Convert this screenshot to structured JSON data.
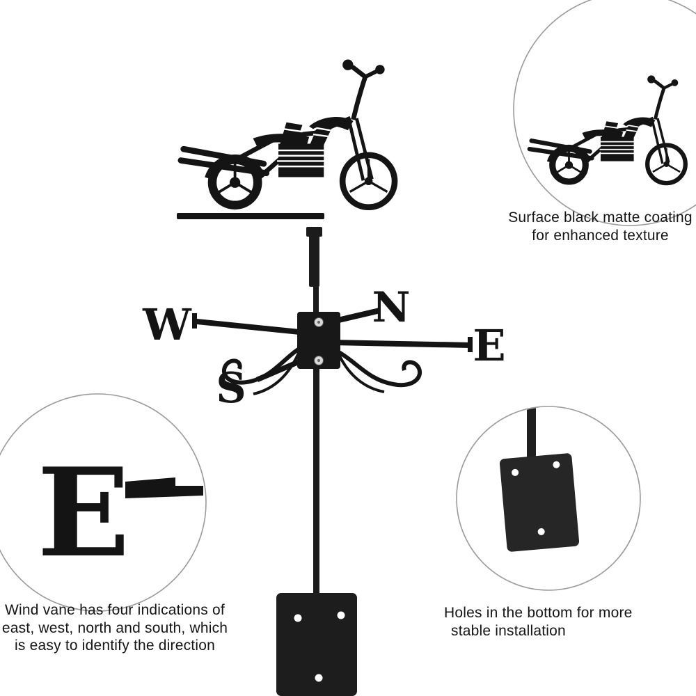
{
  "scene": {
    "background": "#ffffff",
    "metal_color": "#141414",
    "circle_outline": "#9a9a9a"
  },
  "vane": {
    "directions": {
      "west": "W",
      "north": "N",
      "east": "E",
      "south": "S"
    }
  },
  "callouts": {
    "coating": {
      "lines": [
        "Surface black matte coating",
        "for enhanced texture"
      ]
    },
    "wind_directions": {
      "lines": [
        "Wind vane has four indications of",
        "east, west, north and south, which",
        "is easy to identify the direction"
      ]
    },
    "holes": {
      "lines": [
        "Holes in the bottom for more",
        "stable installation"
      ]
    }
  }
}
